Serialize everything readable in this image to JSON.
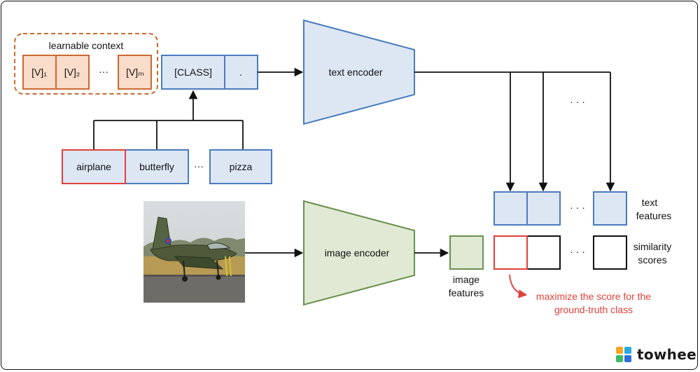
{
  "context": {
    "title": "learnable context",
    "tokens": [
      "[V]₁",
      "[V]₂",
      "···",
      "[V]ₘ"
    ]
  },
  "prompt": {
    "class_token": "[CLASS]",
    "period_token": "."
  },
  "classes": {
    "items": [
      "airplane",
      "butterfly",
      "···",
      "pizza"
    ]
  },
  "encoders": {
    "text": "text encoder",
    "image": "image encoder"
  },
  "features": {
    "image_label": [
      "image",
      "features"
    ],
    "text_label": [
      "text",
      "features"
    ],
    "similarity_label": [
      "similarity",
      "scores"
    ],
    "dots": "· · ·"
  },
  "annotation": {
    "lines": [
      "maximize the score for the",
      "ground-truth class"
    ]
  },
  "brand": {
    "name": "towhee"
  },
  "colors": {
    "context_fill": "#f9dcc9",
    "context_stroke": "#c96a32",
    "blue_fill": "#dde7f4",
    "blue_stroke": "#4a7bbf",
    "green_fill": "#dfe9d3",
    "green_stroke": "#6b8f4e",
    "highlight": "#e0403a"
  }
}
